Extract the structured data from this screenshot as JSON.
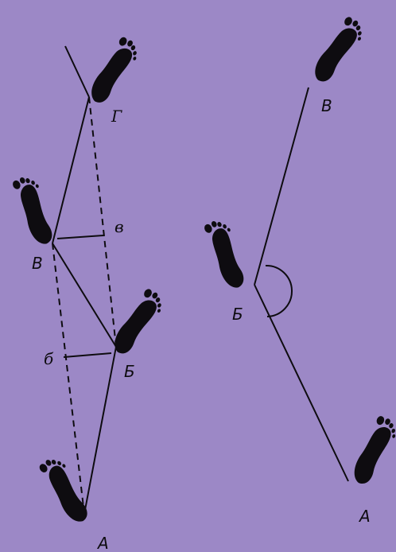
{
  "colors": {
    "background": "#9c88c6",
    "ink": "#0e0c10"
  },
  "left_diagram": {
    "labels": {
      "A": "А",
      "B": "Б",
      "V": "В",
      "G": "Г",
      "small_b": "б",
      "small_v": "в"
    }
  },
  "right_diagram": {
    "labels": {
      "A": "А",
      "B": "Б",
      "V": "В"
    }
  }
}
